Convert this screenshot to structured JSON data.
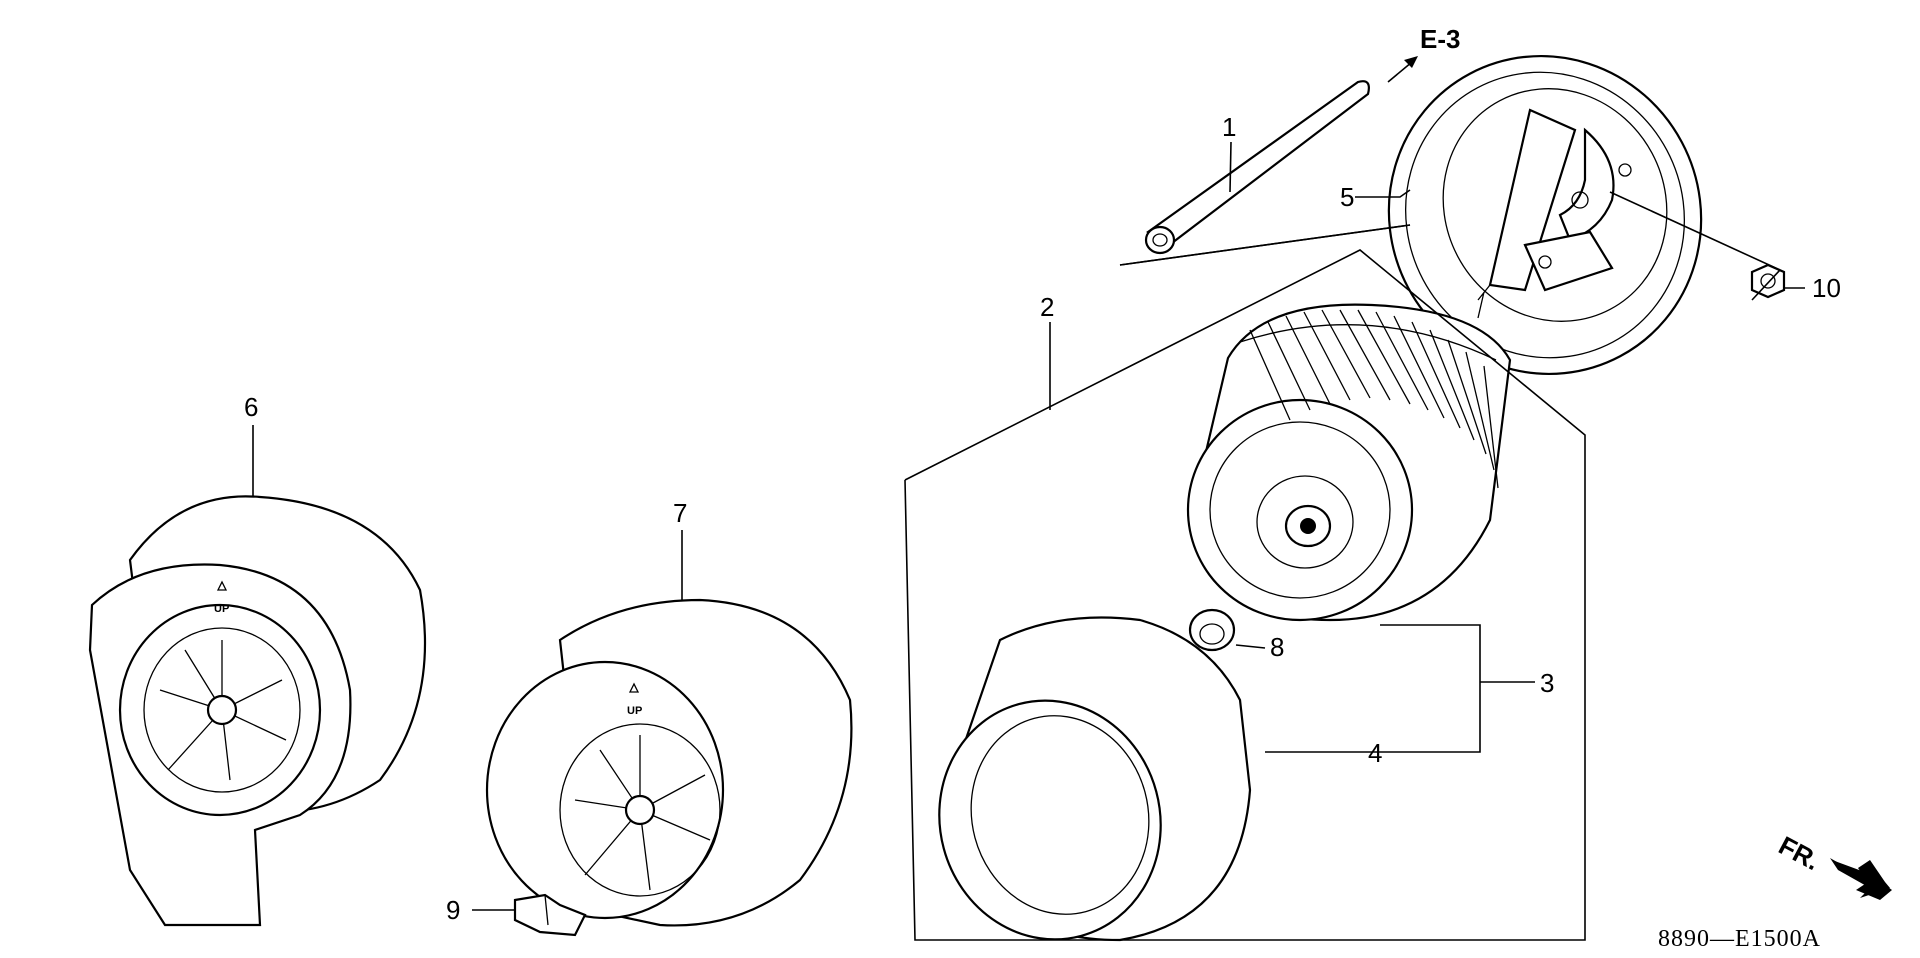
{
  "diagram_code": "8890—E1500A",
  "reference": "E-3",
  "front_label": "FR.",
  "up_marks": [
    "UP",
    "UP"
  ],
  "callouts": [
    "1",
    "2",
    "3",
    "4",
    "5",
    "6",
    "7",
    "8",
    "9",
    "10"
  ]
}
